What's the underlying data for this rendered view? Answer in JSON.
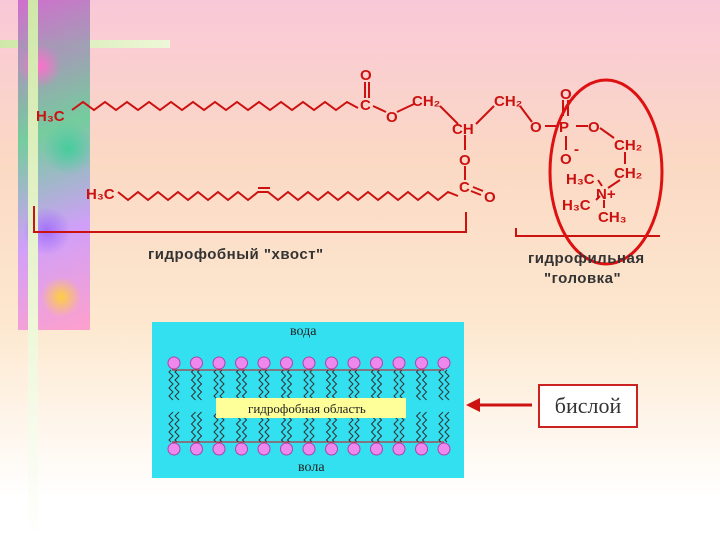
{
  "tail_label": "гидрофобный \"хвост\"",
  "head_label_line1": "гидрофильная",
  "head_label_line2": "\"головка\"",
  "bilayer": {
    "water_top": "вода",
    "water_bottom": "вола",
    "hydrophobic_region": "гидрофобная область"
  },
  "callout": "бислой",
  "formula": {
    "h3c_top": "H₃C",
    "h3c_bottom": "H₃C",
    "o_carbonyl1": "O",
    "c1": "C",
    "o_ester1": "O",
    "ch2_1": "CH₂",
    "ch": "CH",
    "ch2_2": "CH₂",
    "o_ester2": "O",
    "o_ester3": "O",
    "c2": "C",
    "o_carbonyl2": "O",
    "o_phos_top": "O",
    "p": "P",
    "o_phos_right": "O",
    "o_phos_bottom": "O",
    "charge_minus": "-",
    "ch2_3": "CH₂",
    "ch2_4": "CH₂",
    "h3c_n1": "H₃C",
    "n_plus": "N+",
    "h3c_n2": "H₃C",
    "ch3": "CH₃"
  },
  "colors": {
    "formula_red": "#cc1111",
    "oval_red": "#dd1111",
    "arrow_red": "#cc1111",
    "bilayer_blue": "#33e0f0",
    "head_pink": "#ee88ee",
    "hydro_yellow": "#ffff99"
  }
}
